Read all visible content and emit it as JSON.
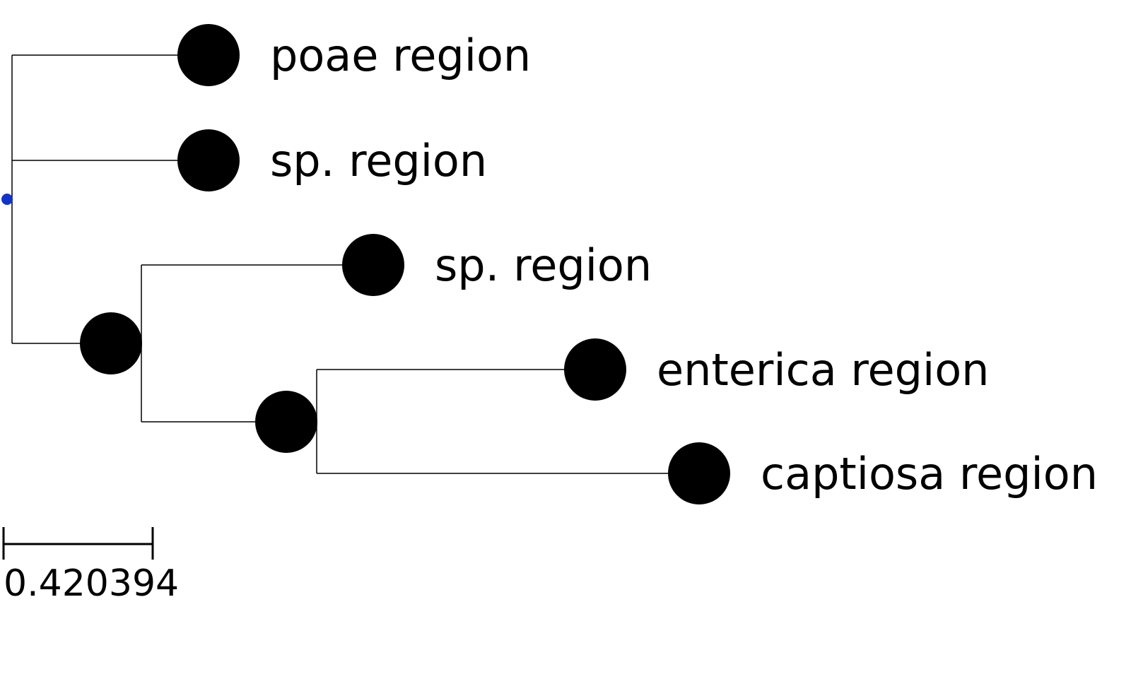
{
  "tree": {
    "root": {
      "children": [
        {
          "label": "poae region"
        },
        {
          "label": "sp. region"
        },
        {
          "children": [
            {
              "label": "sp. region"
            },
            {
              "children": [
                {
                  "label": "enterica region"
                },
                {
                  "label": "captiosa region"
                }
              ]
            }
          ]
        }
      ]
    },
    "leaves": [
      {
        "label": "poae region"
      },
      {
        "label": "sp. region"
      },
      {
        "label": "sp. region"
      },
      {
        "label": "enterica region"
      },
      {
        "label": "captiosa region"
      }
    ]
  },
  "scale_bar": {
    "label": "0.420394"
  },
  "colors": {
    "branch": "#000000",
    "node": "#000000",
    "root_marker": "#1133cc"
  }
}
